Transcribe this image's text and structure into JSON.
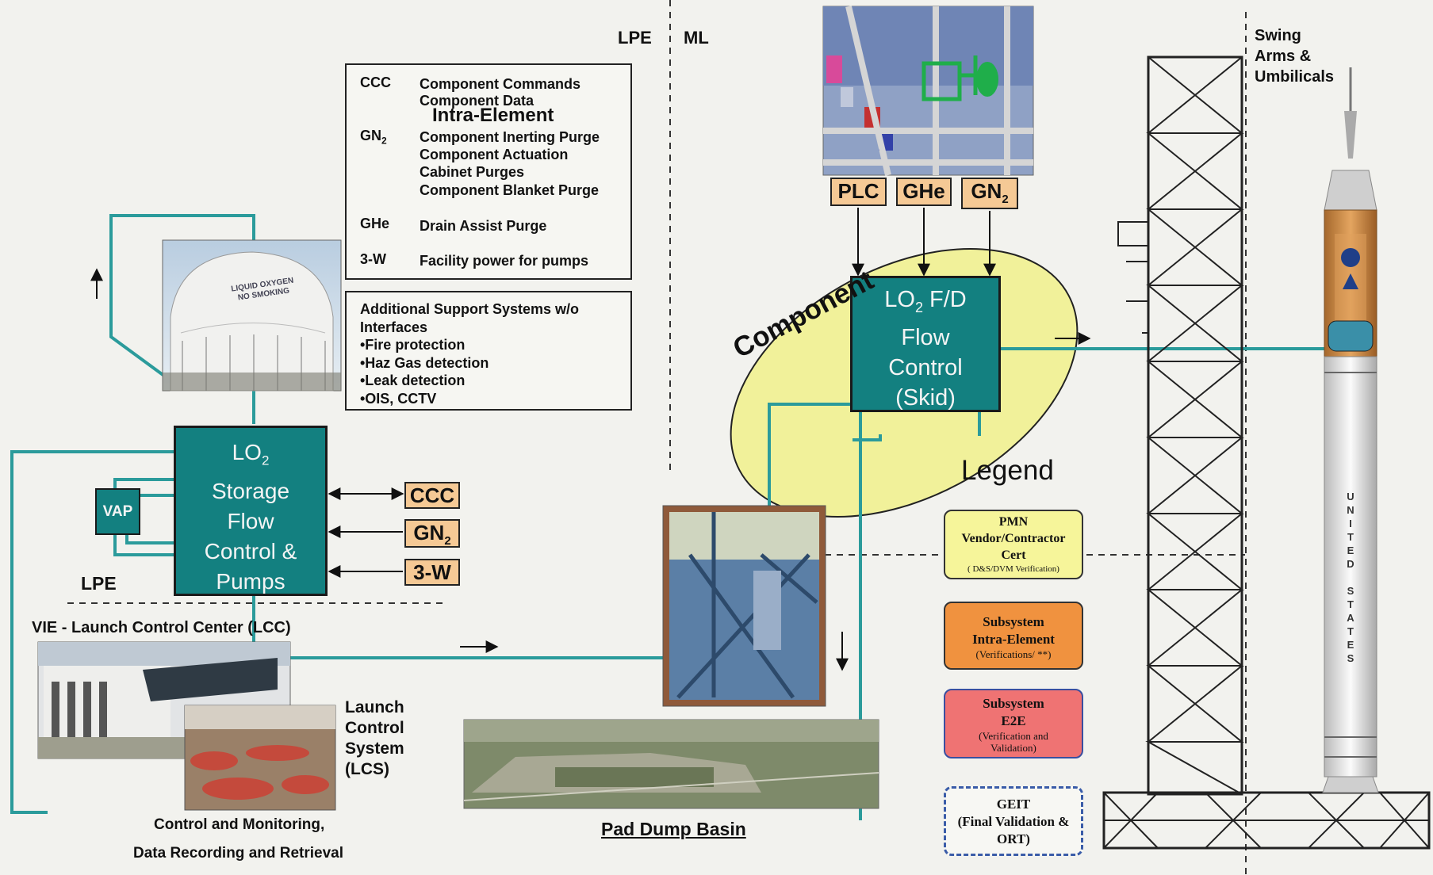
{
  "region_labels": {
    "lpe_top": "LPE",
    "ml_top": "ML",
    "lpe_left": "LPE",
    "vie_lcc": "VIE - Launch Control Center (LCC)"
  },
  "info_box": {
    "title": "Intra-Element",
    "rows": [
      {
        "code": "CCC",
        "text": "Component Commands"
      },
      {
        "code": "",
        "text": "Component Data"
      },
      {
        "code": "GN",
        "sub": "2",
        "text": "Component Inerting Purge"
      },
      {
        "code": "",
        "text": "Component Actuation"
      },
      {
        "code": "",
        "text": "Cabinet Purges"
      },
      {
        "code": "",
        "text": "Component Blanket Purge"
      },
      {
        "code": "GHe",
        "text": "Drain Assist Purge"
      },
      {
        "code": "3-W",
        "text": "Facility power for pumps"
      }
    ]
  },
  "support_box": {
    "lines": [
      "Additional Support Systems w/o",
      "Interfaces",
      "•Fire protection",
      "•Haz Gas detection",
      "•Leak detection",
      "•OIS, CCTV"
    ]
  },
  "storage_box": {
    "lines": [
      "LO",
      "Storage",
      "Flow",
      "Control &",
      "Pumps"
    ],
    "sub": "2"
  },
  "skid_box": {
    "line1": "LO",
    "line1_sub": "2",
    "line1_rest": " F/D",
    "lines": [
      "Flow",
      "Control",
      "(Skid)"
    ]
  },
  "component_label": "Component",
  "vap_label": "VAP",
  "left_inputs": [
    {
      "label": "CCC"
    },
    {
      "label": "GN",
      "sub": "2"
    },
    {
      "label": "3-W"
    }
  ],
  "top_inputs": [
    {
      "label": "PLC"
    },
    {
      "label": "GHe"
    },
    {
      "label": "GN",
      "sub": "2"
    }
  ],
  "tank_text": {
    "line1": "LIQUID OXYGEN",
    "line2": "NO SMOKING"
  },
  "legend": {
    "title": "Legend",
    "items": [
      {
        "lines": [
          "PMN",
          "Vendor/Contractor",
          "Cert"
        ],
        "note": "( D&S/DVM Verification)",
        "color": "#f6f59a"
      },
      {
        "lines": [
          "Subsystem",
          "Intra-Element"
        ],
        "note": "(Verifications/ **)",
        "color": "#f0923f"
      },
      {
        "lines": [
          "Subsystem",
          "E2E"
        ],
        "note": "(Verification and Validation)",
        "color": "#ef7373"
      },
      {
        "lines": [
          "GEIT",
          "(Final Validation &",
          "ORT)"
        ],
        "note": "",
        "color": "#f7f7f3"
      }
    ]
  },
  "lcs_label": {
    "lines": [
      "Launch",
      "Control",
      "System",
      "(LCS)"
    ]
  },
  "control_caption": {
    "line1": "Control and Monitoring,",
    "line2": "Data Recording and Retrieval"
  },
  "pad_dump_basin": "Pad Dump Basin",
  "swing_arms": {
    "lines": [
      "Swing",
      "Arms &",
      "Umbilicals"
    ]
  },
  "rocket_text": "UNITED STATES",
  "colors": {
    "teal": "#138080",
    "tan": "#f5c995",
    "flow_line": "#2b9b9b",
    "ellipse": "#f1f19a"
  }
}
